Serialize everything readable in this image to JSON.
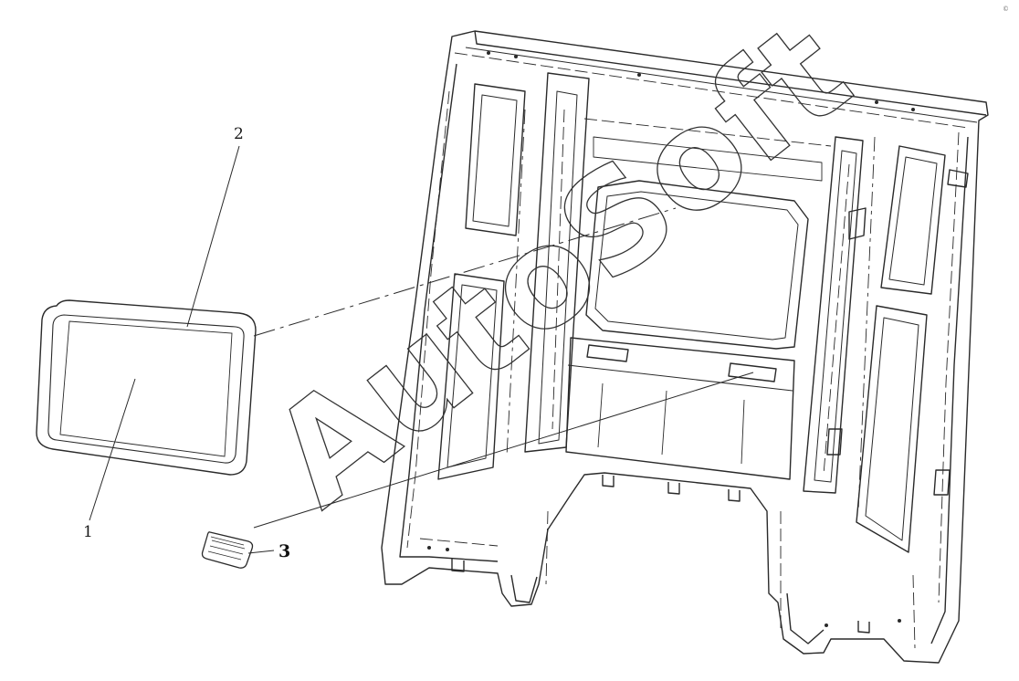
{
  "diagram": {
    "callouts": [
      {
        "id": "callout-1",
        "label": "1"
      },
      {
        "id": "callout-2",
        "label": "2"
      },
      {
        "id": "callout-3",
        "label": "3"
      }
    ],
    "watermark": "AutoSoft",
    "corner_mark": "©"
  },
  "colors": {
    "line": "#2a2a2a",
    "background": "#ffffff"
  }
}
